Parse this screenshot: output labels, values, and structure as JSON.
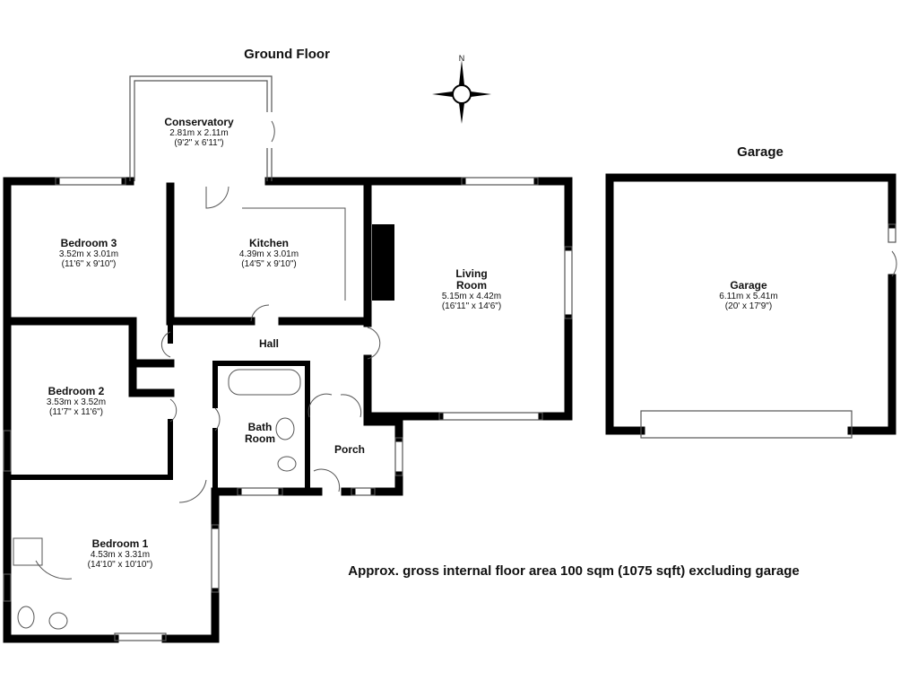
{
  "titles": {
    "ground_floor": "Ground Floor",
    "garage": "Garage",
    "compass_n": "N"
  },
  "rooms": {
    "conservatory": {
      "name": "Conservatory",
      "metric": "2.81m x 2.11m",
      "imperial": "(9'2\" x 6'11\")"
    },
    "bedroom3": {
      "name": "Bedroom 3",
      "metric": "3.52m x 3.01m",
      "imperial": "(11'6\" x 9'10\")"
    },
    "kitchen": {
      "name": "Kitchen",
      "metric": "4.39m x 3.01m",
      "imperial": "(14'5\" x 9'10\")"
    },
    "living": {
      "name1": "Living",
      "name2": "Room",
      "metric": "5.15m x 4.42m",
      "imperial": "(16'11\" x 14'6\")"
    },
    "hall": {
      "name": "Hall"
    },
    "bedroom2": {
      "name": "Bedroom 2",
      "metric": "3.53m x 3.52m",
      "imperial": "(11'7\" x 11'6\")"
    },
    "bath": {
      "name1": "Bath",
      "name2": "Room"
    },
    "porch": {
      "name": "Porch"
    },
    "bedroom1": {
      "name": "Bedroom 1",
      "metric": "4.53m x 3.31m",
      "imperial": "(14'10\" x 10'10\")"
    },
    "garage": {
      "name": "Garage",
      "metric": "6.11m x 5.41m",
      "imperial": "(20' x 17'9\")"
    }
  },
  "footer": "Approx. gross internal floor area 100 sqm (1075 sqft) excluding garage"
}
